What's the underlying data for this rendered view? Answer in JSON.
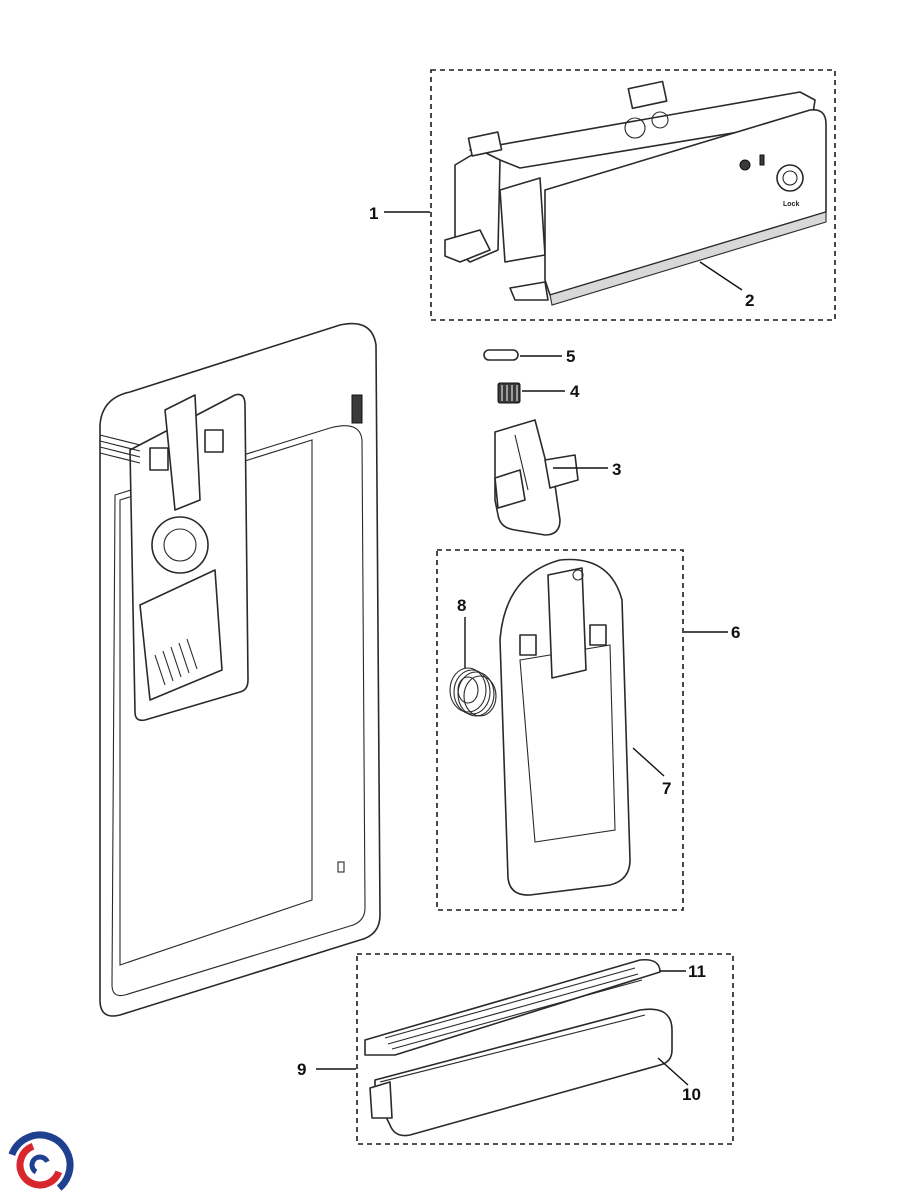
{
  "diagram": {
    "callouts": [
      {
        "id": "1",
        "text": "1"
      },
      {
        "id": "2",
        "text": "2"
      },
      {
        "id": "3",
        "text": "3"
      },
      {
        "id": "4",
        "text": "4"
      },
      {
        "id": "5",
        "text": "5"
      },
      {
        "id": "6",
        "text": "6"
      },
      {
        "id": "7",
        "text": "7"
      },
      {
        "id": "8",
        "text": "8"
      },
      {
        "id": "9",
        "text": "9"
      },
      {
        "id": "10",
        "text": "10"
      },
      {
        "id": "11",
        "text": "11"
      }
    ],
    "panel_label": "Lock",
    "logo": {
      "colors": {
        "blue": "#1f3f8f",
        "red": "#d7262e"
      }
    }
  }
}
